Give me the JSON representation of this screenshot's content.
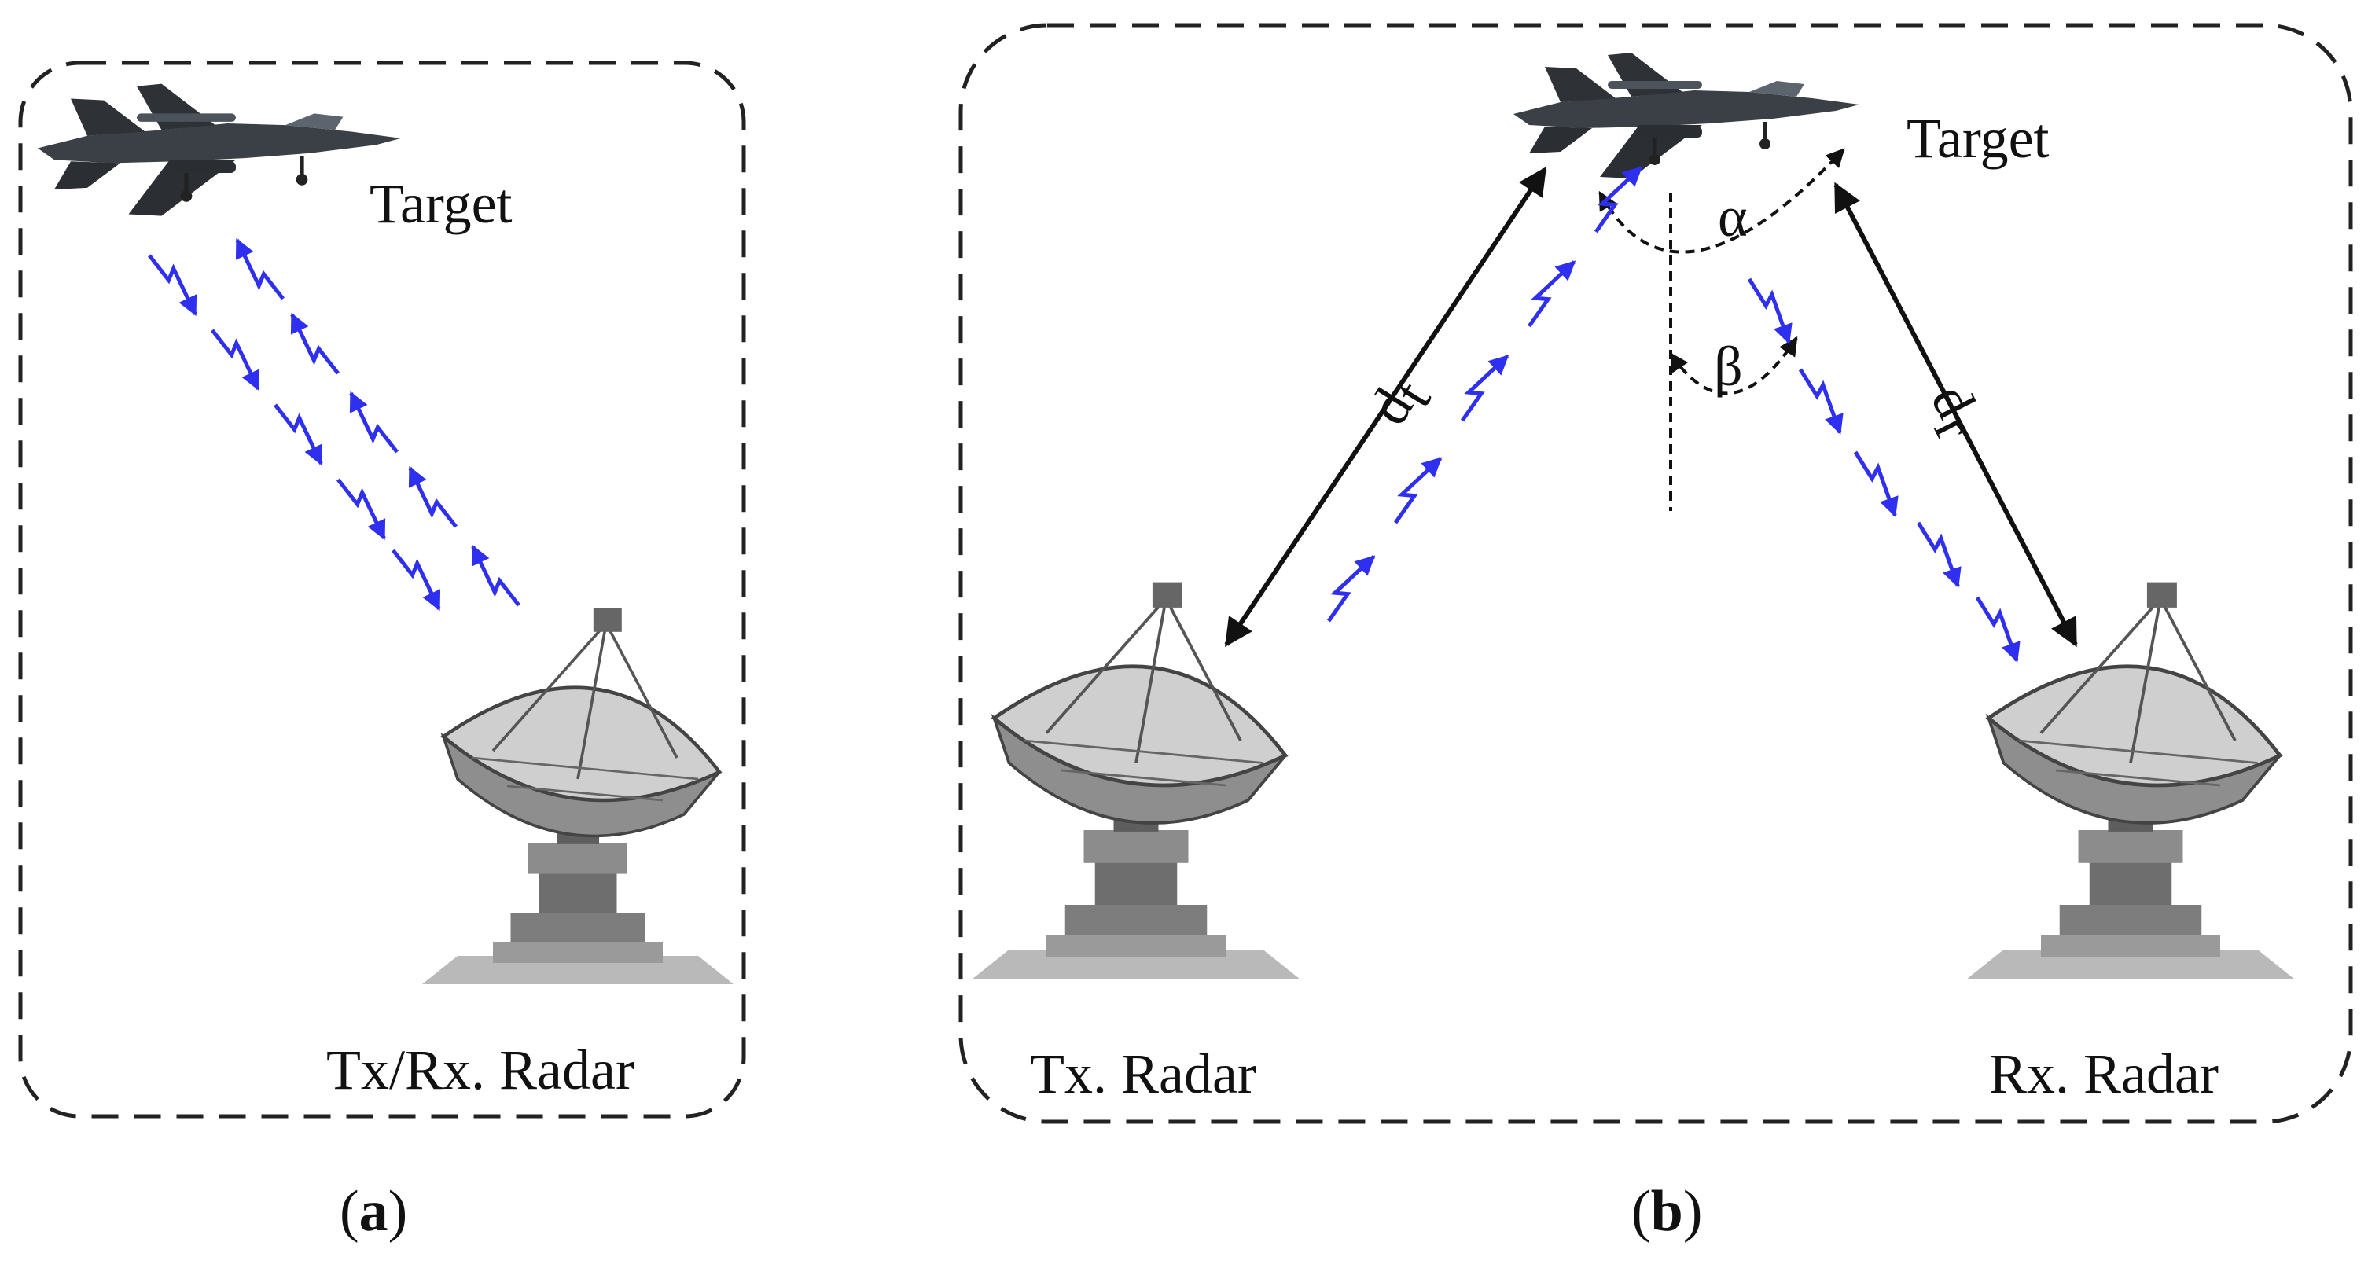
{
  "colors": {
    "signal": "#2f2ff0",
    "frame": "#222222",
    "text": "#111111",
    "aircraft": "#3b4046",
    "radar_metal": "#8a8a8a"
  },
  "icons": [
    "fighter-jet-icon",
    "radar-dish-icon"
  ],
  "panel_a": {
    "target_label": "Target",
    "radar_label": "Tx/Rx. Radar",
    "caption_open": "(",
    "caption_letter": "a",
    "caption_close": ")"
  },
  "panel_b": {
    "target_label": "Target",
    "tx_label": "Tx. Radar",
    "rx_label": "Rx. Radar",
    "alpha": "α",
    "beta": "β",
    "dt_base": "d",
    "dt_sub": "t",
    "dr_base": "d",
    "dr_sub": "r",
    "caption_open": "(",
    "caption_letter": "b",
    "caption_close": ")"
  }
}
